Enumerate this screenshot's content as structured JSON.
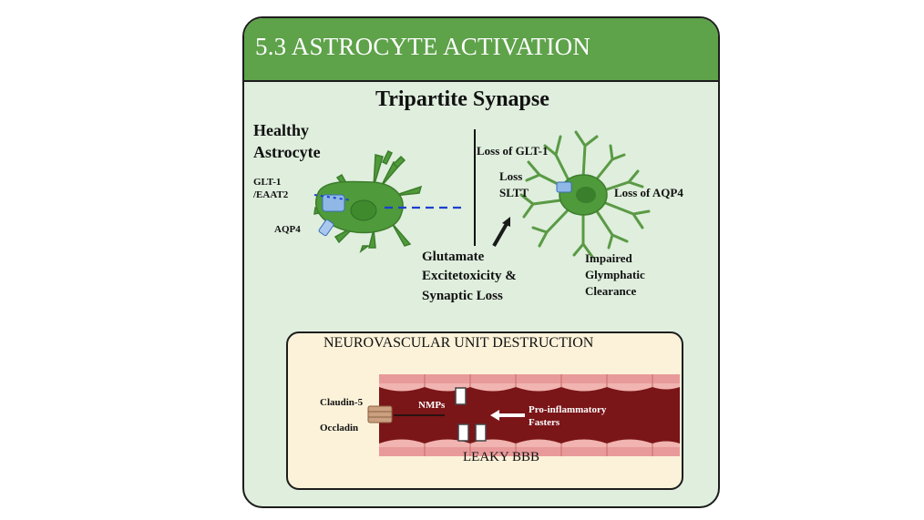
{
  "slide_title": "5.3 ASTROCYTE ACTIVATION",
  "tripartite_title": "Tripartite Synapse",
  "healthy": {
    "heading_line1": "Healthy",
    "heading_line2": "Astrocyte",
    "glt1_line1": "GLT-1",
    "glt1_line2": "/EAAT2",
    "aqp4": "AQP4"
  },
  "reactive": {
    "loss_glt1": "Loss of GLT-1",
    "loss_sltt_line1": "Loss",
    "loss_sltt_line2": "SLTT",
    "loss_aqp4": "Loss of AQP4",
    "glutamate_line1": "Glutamate",
    "glutamate_line2": "Excitetoxicity &",
    "glutamate_line3": "Synaptic Loss",
    "impaired_line1": "Impaired",
    "impaired_line2": "Glymphatic",
    "impaired_line3": "Clearance"
  },
  "nvu": {
    "title": "NEUROVASCULAR UNIT DESTRUCTION",
    "claudin": "Claudin-5",
    "occladin": "Occladin",
    "nmps": "NMPs",
    "proinflam_line1": "Pro-inflammatory",
    "proinflam_line2": "Fasters",
    "leaky": "LEAKY BBB"
  },
  "colors": {
    "header_green": "#5ea24a",
    "card_bg": "#dfeedd",
    "astrocyte_green": "#4f9a3a",
    "vessel_red": "#7a1518",
    "vessel_wall": "#e89a9a",
    "nvu_bg": "#fbf2d9",
    "dashed_blue": "#1c3fd0"
  }
}
